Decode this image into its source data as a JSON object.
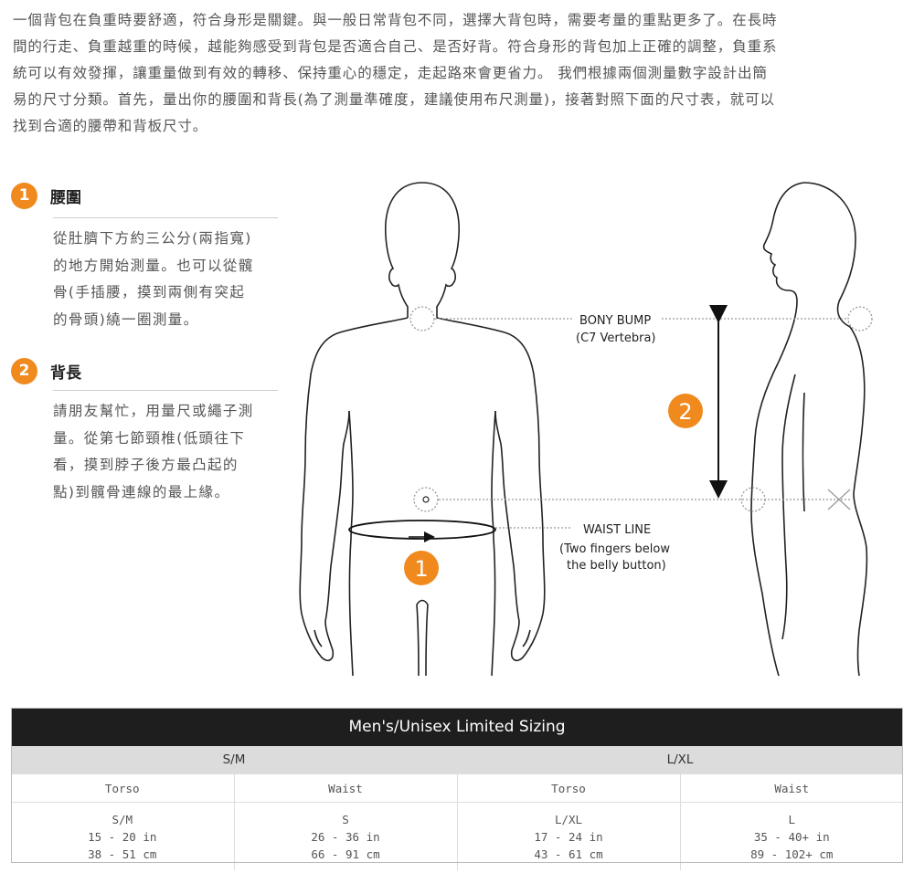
{
  "intro": {
    "lines": [
      "一個背包在負重時要舒適，符合身形是關鍵。與一般日常背包不同，選擇大背包時，需要考量的重點更多了。在長時",
      "間的行走、負重越重的時候，越能夠感受到背包是否適合自己、是否好背。符合身形的背包加上正確的調整，負重系",
      "統可以有效發揮，讓重量做到有效的轉移、保持重心的穩定，走起路來會更省力。 我們根據兩個測量數字設計出簡",
      "易的尺寸分類。首先，量出你的腰圍和背長(為了測量準確度，建議使用布尺測量)，接著對照下面的尺寸表，就可以",
      "找到合適的腰帶和背板尺寸。"
    ]
  },
  "steps": [
    {
      "number": "1",
      "title": "腰圍",
      "lines": [
        "從肚臍下方約三公分(兩指寬)",
        "的地方開始測量。也可以從髖",
        "骨(手插腰，摸到兩側有突起",
        "的骨頭)繞一圈測量。"
      ]
    },
    {
      "number": "2",
      "title": "背長",
      "lines": [
        "請朋友幫忙，用量尺或繩子測",
        "量。從第七節頸椎(低頭往下",
        "看，摸到脖子後方最凸起的",
        "點)到髖骨連線的最上緣。"
      ]
    }
  ],
  "diagram": {
    "bony_bump_label": "BONY BUMP",
    "bony_bump_sub": "(C7 Vertebra)",
    "waist_label": "WAIST LINE",
    "waist_sub1": "(Two fingers below",
    "waist_sub2": "the belly button)",
    "marker_waist": "1",
    "marker_torso": "2",
    "accent_color": "#F08A1E"
  },
  "sizing": {
    "title": "Men's/Unisex Limited Sizing",
    "groups": [
      "S/M",
      "L/XL"
    ],
    "columns": [
      "Torso",
      "Waist",
      "Torso",
      "Waist"
    ],
    "cells": [
      [
        "S/M",
        "15 - 20 in",
        "38 - 51 cm"
      ],
      [
        "S",
        "26 - 36 in",
        "66 - 91 cm"
      ],
      [
        "L/XL",
        "17 - 24 in",
        "43 - 61 cm"
      ],
      [
        "L",
        "35 - 40+ in",
        "89 - 102+ cm"
      ]
    ]
  }
}
